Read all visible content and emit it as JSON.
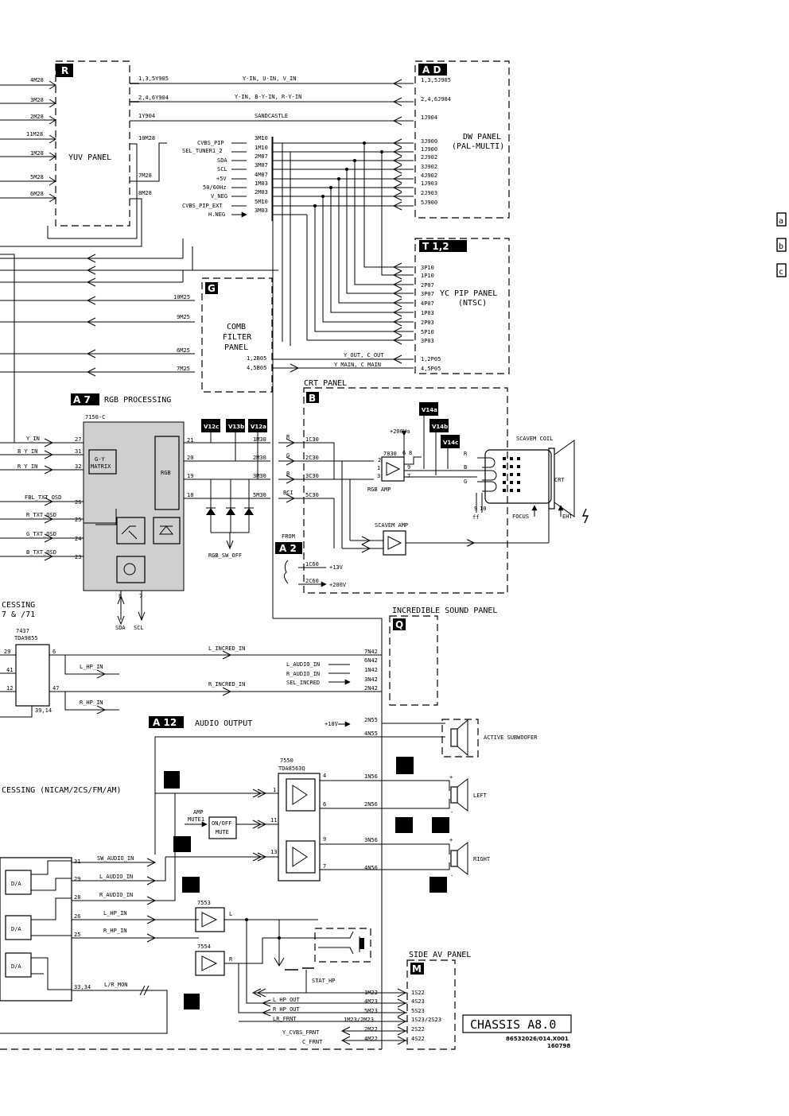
{
  "labels": {
    "R": "R",
    "AD": "A D",
    "T12": "T 1,2",
    "G": "G",
    "A7": "A 7",
    "B": "B",
    "A2": "A 2",
    "Q": "Q",
    "A12": "A 12",
    "M": "M"
  },
  "panels": {
    "yuv": "YUV PANEL",
    "dw1": "DW PANEL",
    "dw2": "(PAL-MULTI)",
    "yc1": "YC PIP PANEL",
    "yc2": "(NTSC)",
    "comb1": "COMB",
    "comb2": "FILTER",
    "comb3": "PANEL",
    "rgbproc": "RGB PROCESSING",
    "crt": "CRT PANEL",
    "sound": "INCREDIBLE SOUND PANEL",
    "audio": "AUDIO OUTPUT",
    "side": "SIDE AV PANEL",
    "cessing1": "CESSING",
    "cessing1b": "7 & /71",
    "cessing2": "CESSING (NICAM/2CS/FM/AM)"
  },
  "edge_tabs": [
    "a",
    "b",
    "c"
  ],
  "yuv_left_pins": [
    "4M28",
    "3M28",
    "2M28",
    "11M28",
    "1M28",
    "5M28",
    "6M28"
  ],
  "yuv_right": [
    "1,3,5Y905",
    "2,4,6Y904",
    "1Y904",
    "10M28",
    "7M28",
    "8M28"
  ],
  "yuv_signals": [
    "Y-IN, U-IN, V_IN",
    "Y-IN, B-Y-IN, R-Y-IN",
    "SANDCASTLE"
  ],
  "dw_pins": [
    "1,3,5J905",
    "2,4,6J904",
    "1J904",
    "3J900",
    "1J900",
    "2J902",
    "3J902",
    "4J902",
    "1J903",
    "2J903",
    "5J900"
  ],
  "bus_signals": [
    "CVBS_PIP",
    "SEL_TUNER1_2",
    "SDA",
    "SCL",
    "+5V",
    "50/60Hz",
    "V_NEG",
    "CVBS_PIP_EXT",
    "H.NEG"
  ],
  "bus_pins": [
    "3M10",
    "1M10",
    "2M07",
    "3M07",
    "4M07",
    "1M03",
    "2M03",
    "5M10",
    "3M03"
  ],
  "yc_pins": [
    "3P10",
    "1P10",
    "2P07",
    "3P07",
    "4P07",
    "1P03",
    "2P03",
    "5P10",
    "3P03"
  ],
  "comb_left": [
    "10M25",
    "9M25",
    "6M25",
    "7M25"
  ],
  "comb_right": [
    "1,2B05",
    "4,5B05"
  ],
  "comb_signals": [
    "Y_OUT, C_OUT",
    "Y_MAIN, C_MAIN"
  ],
  "comb_yc_pins": [
    "1,2P05",
    "4,5P05"
  ],
  "ic7150": "7150-C",
  "ic_inputs": [
    "Y_IN",
    "B_Y_IN",
    "R_Y_IN",
    "FBL_TXT_OSD",
    "R_TXT_OSD",
    "G_TXT_OSD",
    "B_TXT_OSD"
  ],
  "ic_in_pins": [
    "27",
    "31",
    "32",
    "26",
    "25",
    "24",
    "23"
  ],
  "ic_blocks": [
    "G-Y",
    "MATRIX",
    "RGB"
  ],
  "ic_out_pins": [
    "21",
    "20",
    "19",
    "18"
  ],
  "ic_bottom_pins": [
    "8",
    "7"
  ],
  "sda_scl": [
    "SDA",
    "SCL"
  ],
  "rgb_sw_off": "RGB_SW_OFF",
  "v12": [
    "V12c",
    "V13b",
    "V12a"
  ],
  "crt_conn_left": [
    "1M30",
    "2M30",
    "3M30",
    "5M30"
  ],
  "crt_conn_sig": [
    "R",
    "G",
    "B",
    "BCI"
  ],
  "crt_conn_right": [
    "1C30",
    "2C30",
    "3C30",
    "5C30"
  ],
  "ic7830": "7830",
  "ic7830_pins": [
    "2",
    "1",
    "3",
    "6",
    "8",
    "9",
    "7"
  ],
  "rgb_amp": "RGB AMP",
  "plus200va": "+200Va",
  "v14": [
    "V14a",
    "V14b",
    "V14c"
  ],
  "scavem_coil": "SCAVEM COIL",
  "crt_rgb": [
    "R",
    "B",
    "G"
  ],
  "crt_label": "CRT",
  "pins_9_10": [
    "9",
    "10"
  ],
  "ff": "ff",
  "focus": "FOCUS",
  "eht": "EHT",
  "scavem_amp": "SCAVEM AMP",
  "from": "FROM",
  "a2_pins": [
    "1C60",
    "2C60"
  ],
  "a2_volts": [
    "+13V",
    "+200V"
  ],
  "tda9855_1": "7437",
  "tda9855_2": "TDA9855",
  "tda_pins_left": [
    "29",
    "41",
    "12"
  ],
  "tda_pins_right": [
    "6",
    "47"
  ],
  "tda_pin_bottom": "39,14",
  "incred_signals": [
    "L_INCRED_IN",
    "R_INCRED_IN"
  ],
  "hp_signals": [
    "L_HP_IN",
    "R_HP_IN"
  ],
  "sound_signals": [
    "L_AUDIO_IN",
    "R_AUDIO_IN",
    "SEL_INCRED"
  ],
  "sound_pins": [
    "7N42",
    "6N42",
    "1N42",
    "3N42",
    "2N42"
  ],
  "plus18v": "+18V",
  "n55": [
    "2N55",
    "4N55"
  ],
  "active_sub": "ACTIVE SUBWOOFER",
  "ic7550": [
    "7550",
    "TDA8563Q"
  ],
  "ic7550_pins": [
    "1",
    "4",
    "6",
    "11",
    "13",
    "9",
    "7"
  ],
  "amp_mute": [
    "AMP",
    "MUTE1"
  ],
  "onoff": [
    "ON/OFF",
    "MUTE"
  ],
  "n56": [
    "1N56",
    "2N56",
    "3N56",
    "4N56"
  ],
  "lr": [
    "LEFT",
    "RIGHT"
  ],
  "plus_minus": [
    "+",
    "-"
  ],
  "da": [
    "D/A",
    "D/A",
    "D/A"
  ],
  "da_pins": [
    "31",
    "29",
    "28",
    "26",
    "25",
    "33,34"
  ],
  "da_signals": [
    "SW_AUDIO_IN",
    "L_AUDIO_IN",
    "R_AUDIO_IN",
    "L_HP_IN",
    "R_HP_IN",
    "L/R_MON"
  ],
  "ic7553": "7553",
  "ic7554": "7554",
  "lr_letters": [
    "L",
    "R"
  ],
  "stat_hp": "STAT_HP",
  "side_signals": [
    "L_HP_OUT",
    "R_HP_OUT",
    "LR_FRNT",
    "Y_CVBS_FRNT",
    "C_FRNT"
  ],
  "side_mid_pins": [
    "1M22",
    "4M23",
    "5M23",
    "1M23/2M23",
    "2M22",
    "4M22"
  ],
  "side_pins": [
    "1S22",
    "4S23",
    "5S23",
    "1S23/2S23",
    "2S22",
    "4S22"
  ],
  "chassis": "CHASSIS A8.0",
  "doc_number": "86532026/014.X001",
  "doc_date": "160798"
}
